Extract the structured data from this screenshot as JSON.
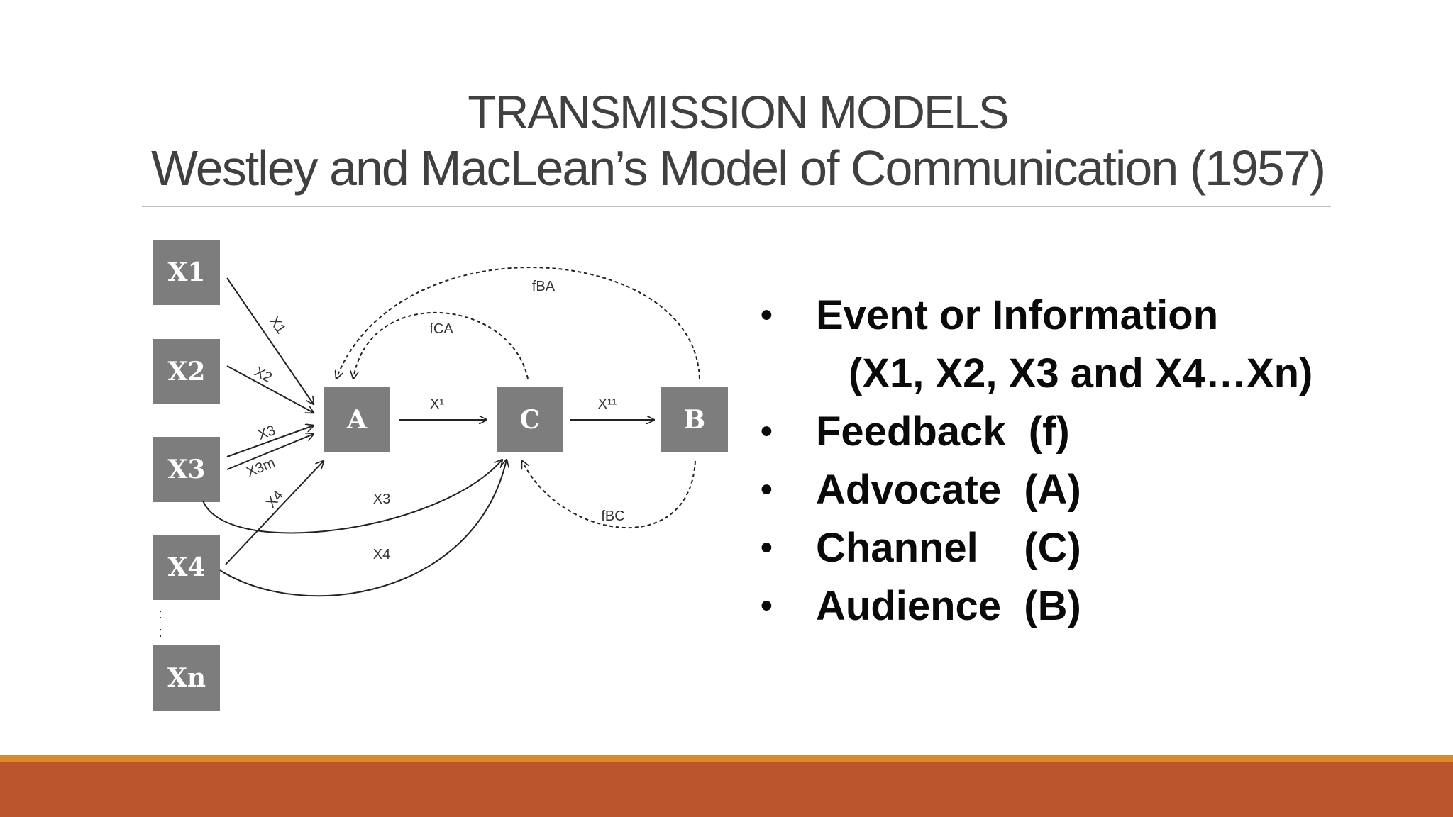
{
  "title": {
    "line1": "TRANSMISSION MODELS",
    "line2": "Westley and MacLean’s Model of Communication (1957)"
  },
  "diagram": {
    "nodes": {
      "x1": "X1",
      "x2": "X2",
      "x3": "X3",
      "x4": "X4",
      "xn": "Xn",
      "a": "A",
      "c": "C",
      "b": "B",
      "ellipsis": ":"
    },
    "edge_labels": {
      "x1_a": "X1",
      "x2_a": "X2",
      "x3_a": "X3",
      "x3m_a": "X3m",
      "x4_a": "X4",
      "x3_c": "X3",
      "x4_c": "X4",
      "a_c": "X¹",
      "c_b": "X¹¹",
      "fba": "fBA",
      "fca": "fCA",
      "fbc": "fBC"
    }
  },
  "bullets": [
    "Event or Information",
    "(X1, X2, X3 and X4…Xn)",
    "Feedback  (f)",
    "Advocate  (A)",
    "Channel    (C)",
    "Audience  (B)"
  ],
  "bullet_symbol": "•",
  "colors": {
    "title": "#404040",
    "node_fill": "#7d7d7d",
    "footer_stripe": "#dd8a23",
    "footer_bar": "#bb552b"
  }
}
